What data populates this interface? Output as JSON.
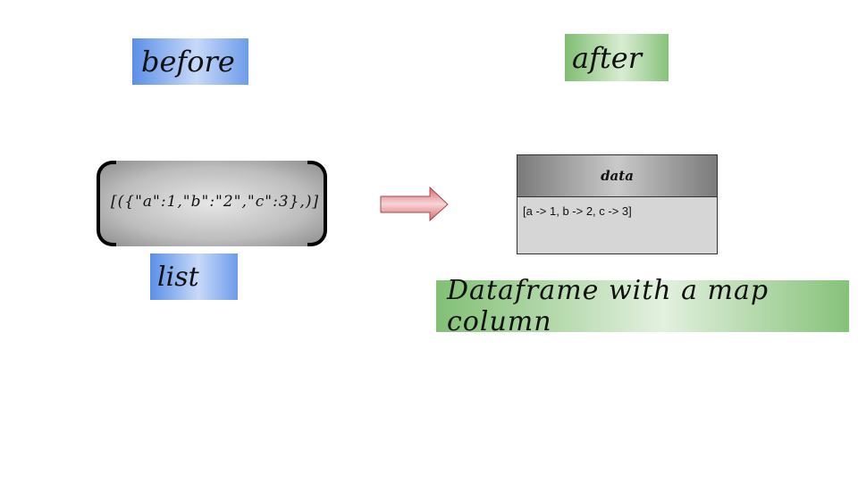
{
  "labels": {
    "before": "before",
    "after": "after",
    "list": "list",
    "caption": "Dataframe with a map column"
  },
  "list_box": {
    "content": "[({\"a\":1,\"b\":\"2\",\"c\":3},)]"
  },
  "dataframe": {
    "column_header": "data",
    "rows": [
      "[a -> 1, b -> 2, c -> 3]"
    ]
  },
  "colors": {
    "blue_label": "#5b8fe8",
    "green_label": "#7fbd72",
    "arrow": "#d9696e"
  }
}
